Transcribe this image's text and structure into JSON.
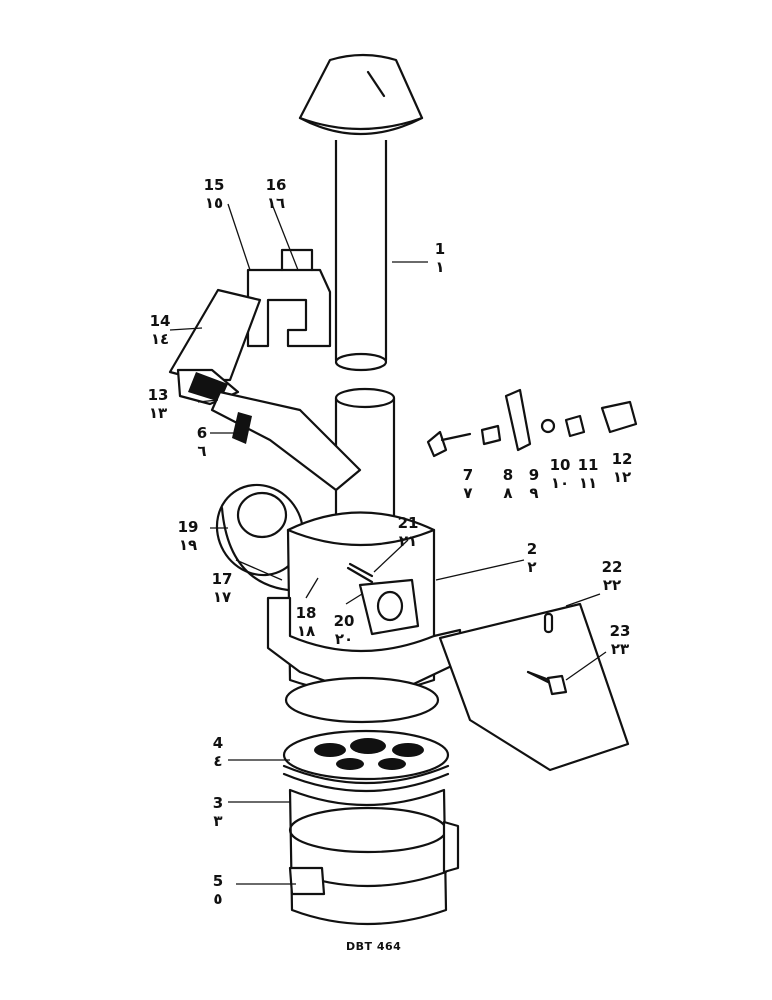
{
  "callouts": [
    {
      "num": "1",
      "ar": "١"
    },
    {
      "num": "2",
      "ar": "٢"
    },
    {
      "num": "3",
      "ar": "٣"
    },
    {
      "num": "4",
      "ar": "٤"
    },
    {
      "num": "5",
      "ar": "٥"
    },
    {
      "num": "6",
      "ar": "٦"
    },
    {
      "num": "7",
      "ar": "٧"
    },
    {
      "num": "8",
      "ar": "٨"
    },
    {
      "num": "9",
      "ar": "٩"
    },
    {
      "num": "10",
      "ar": "١٠"
    },
    {
      "num": "11",
      "ar": "١١"
    },
    {
      "num": "12",
      "ar": "١٢"
    },
    {
      "num": "13",
      "ar": "١٣"
    },
    {
      "num": "14",
      "ar": "١٤"
    },
    {
      "num": "15",
      "ar": "١٥"
    },
    {
      "num": "16",
      "ar": "١٦"
    },
    {
      "num": "17",
      "ar": "١٧"
    },
    {
      "num": "18",
      "ar": "١٨"
    },
    {
      "num": "19",
      "ar": "١٩"
    },
    {
      "num": "20",
      "ar": "٢٠"
    },
    {
      "num": "21",
      "ar": "٢١"
    },
    {
      "num": "22",
      "ar": "٢٢"
    },
    {
      "num": "23",
      "ar": "٢٣"
    }
  ],
  "drawing_ref": "DBT 464"
}
